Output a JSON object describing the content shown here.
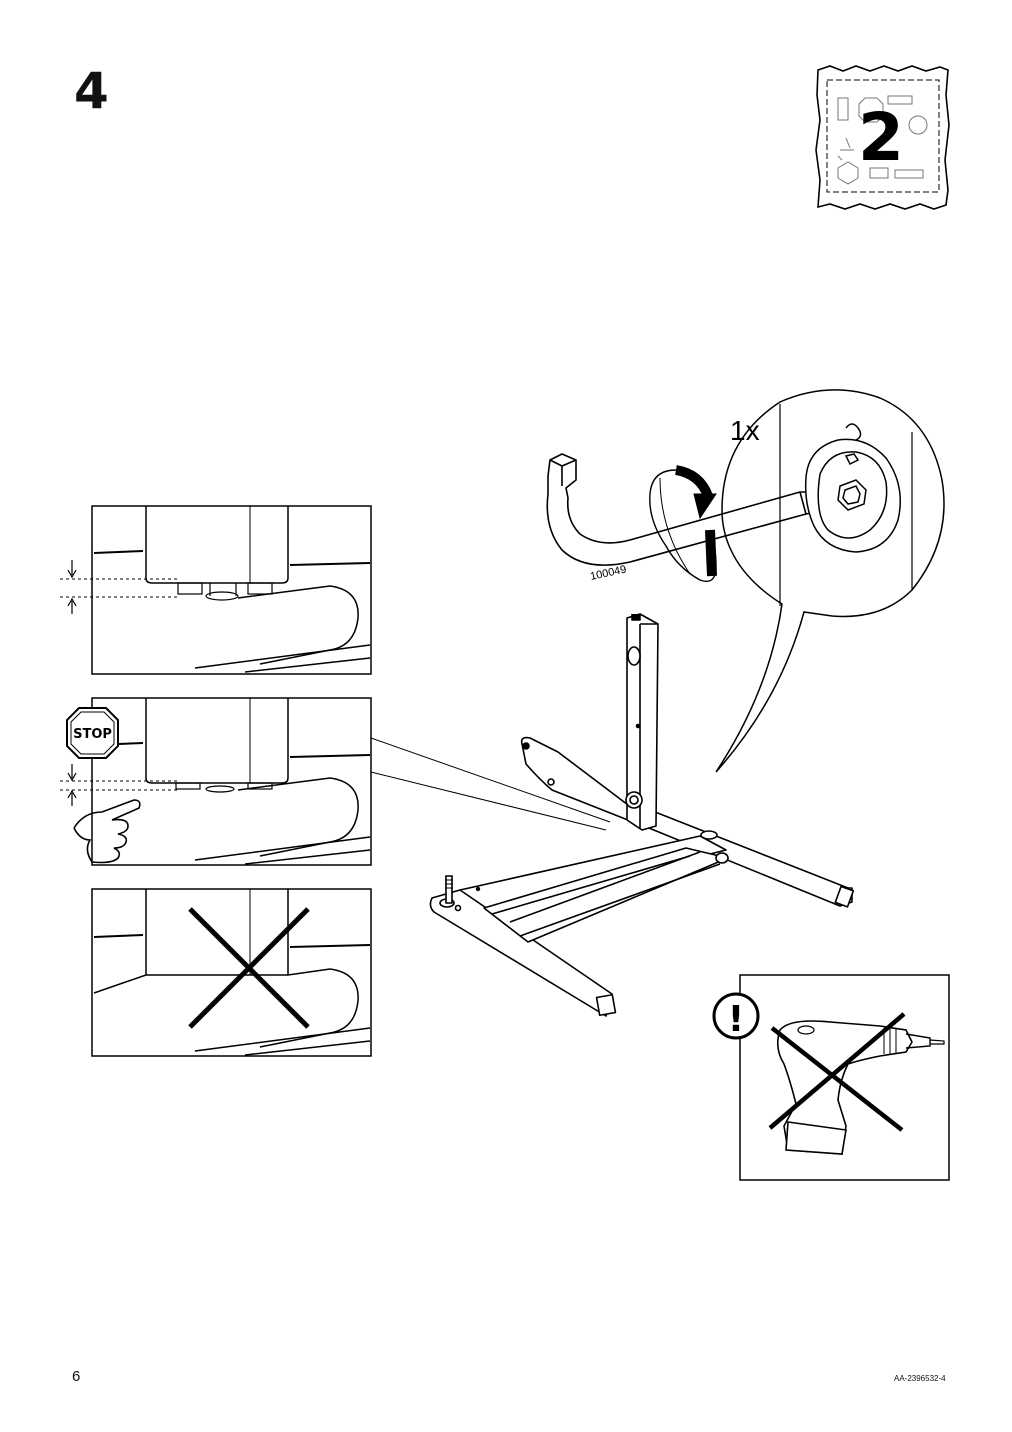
{
  "step": {
    "number": "4"
  },
  "hardware_bag": {
    "count": "2",
    "icon": "hardware-bag-icon"
  },
  "tool": {
    "quantity": "1x",
    "part_number": "100049",
    "icon": "allen-key-icon"
  },
  "details": {
    "correct": {
      "label": ""
    },
    "stop": {
      "label": "STOP"
    },
    "wrong": {
      "label": ""
    }
  },
  "warning": {
    "symbol": "!",
    "icon": "no-power-drill-icon"
  },
  "footer": {
    "page_number": "6",
    "doc_code": "AA-2396532-4"
  }
}
